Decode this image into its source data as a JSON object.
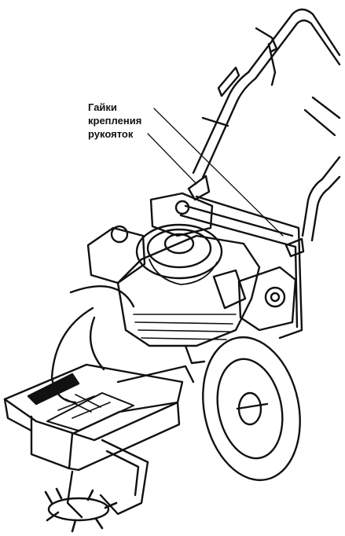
{
  "callout": {
    "lines": [
      "Гайки",
      "крепления",
      "рукояток"
    ],
    "target": "handle-nuts"
  },
  "colors": {
    "ink": "#111111",
    "paper": "#ffffff"
  }
}
